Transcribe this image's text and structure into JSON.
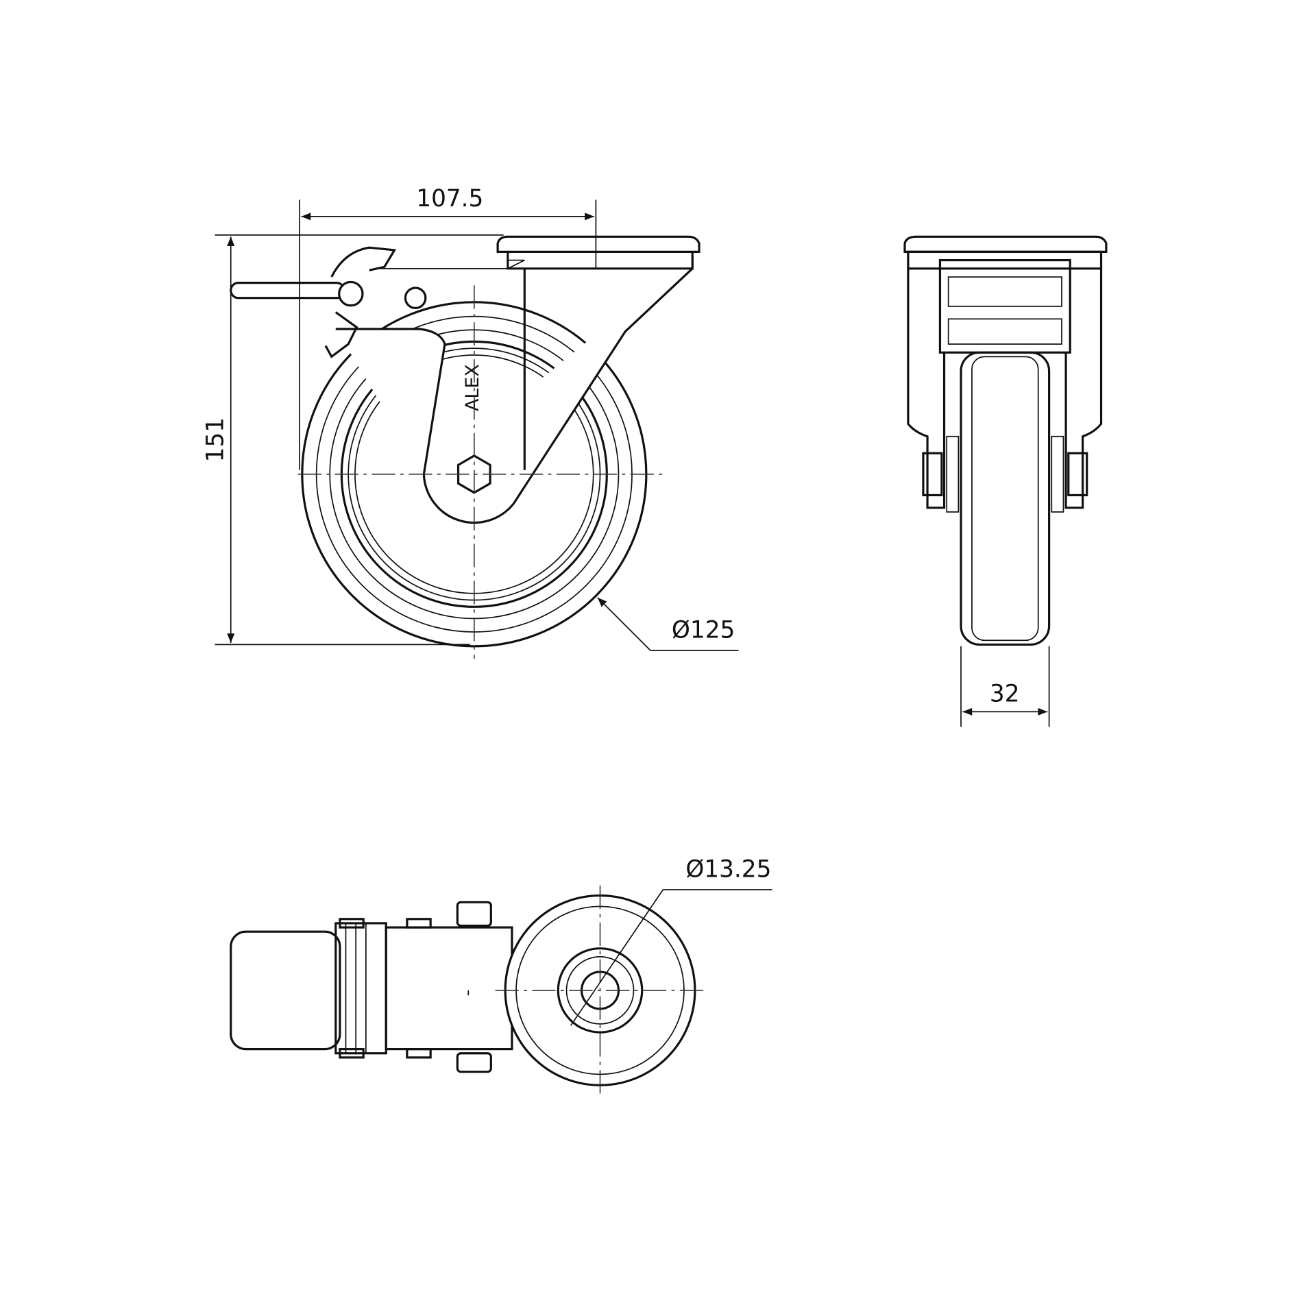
{
  "drawing": {
    "title": "Swivel caster with brake, bolt hole mounting",
    "brand_logo": "ALEX",
    "dimensions": {
      "width_offset": "107.5",
      "overall_height": "151",
      "wheel_diameter": "Ø125",
      "wheel_width": "32",
      "bolt_hole_diameter": "Ø13.25"
    },
    "colors": {
      "line": "#111111",
      "background": "#ffffff"
    }
  }
}
